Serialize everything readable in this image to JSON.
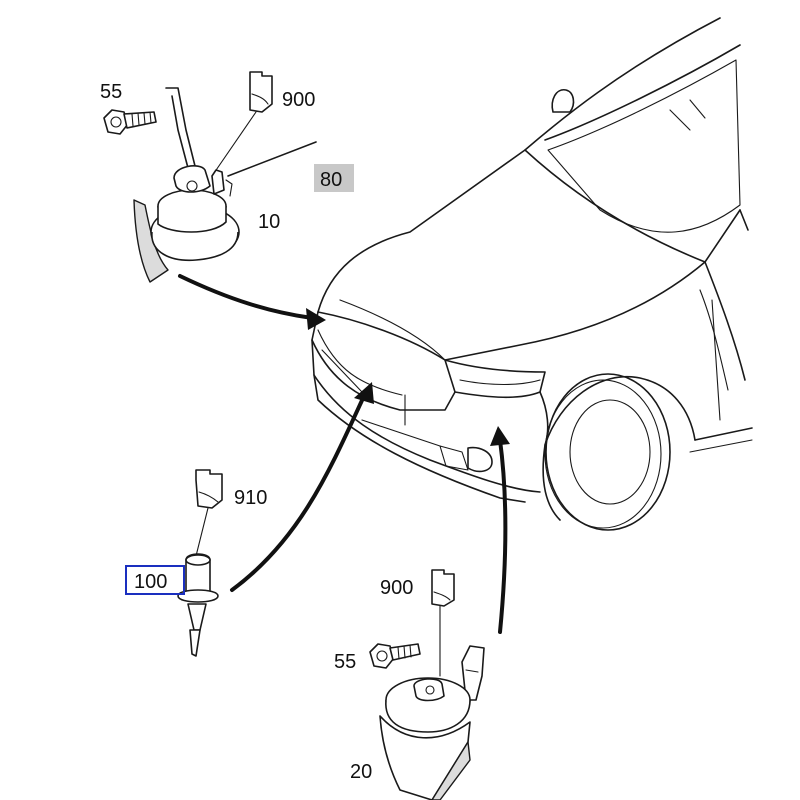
{
  "callouts": {
    "bolt_top": "55",
    "connector_top": "900",
    "cable_highlighted": "80",
    "horn_high": "10",
    "connector_sensor": "910",
    "sensor_selected": "100",
    "connector_bottom": "900",
    "bolt_bottom": "55",
    "horn_low": "20"
  },
  "colors": {
    "line": "#1a1a1a",
    "highlight_fill": "#c8c8c8",
    "selection_border": "#1a2fbf"
  },
  "icons": {
    "bolt": "bolt-icon",
    "connector": "connector-plug-icon",
    "horn": "horn-icon",
    "sensor": "temperature-sensor-icon"
  }
}
